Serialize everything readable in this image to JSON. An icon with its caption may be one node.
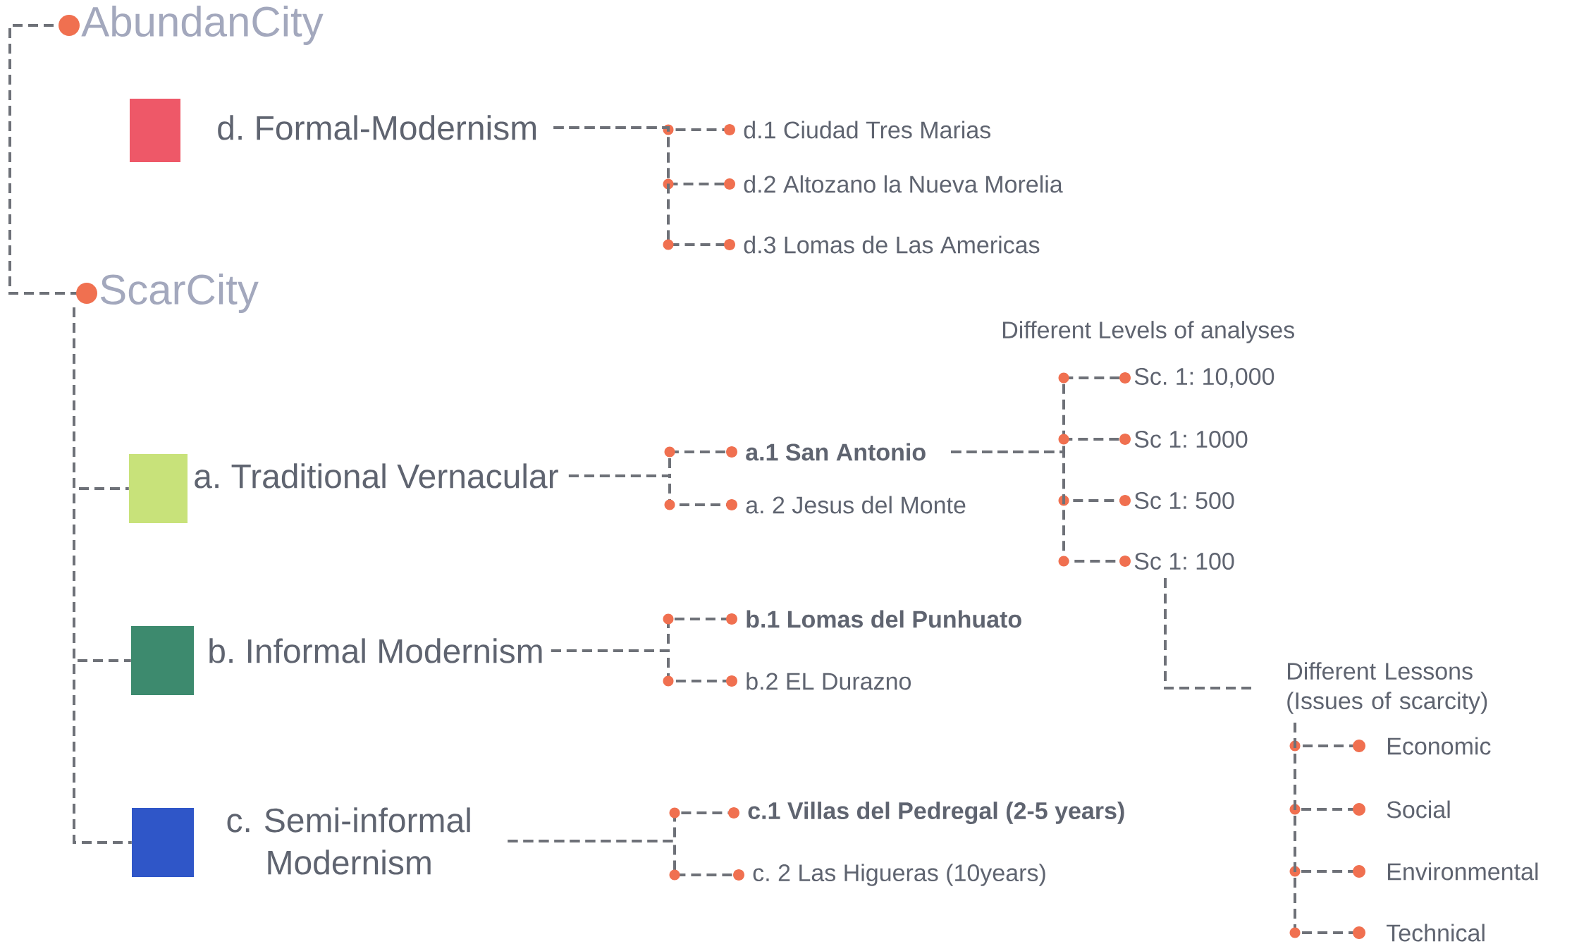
{
  "diagram": {
    "nodes": [
      {
        "text": [
          "AbundanCity"
        ]
      },
      {
        "text": [
          "ScarCity"
        ]
      },
      {
        "text": [
          "d. Formal-Modernism"
        ]
      },
      {
        "text": [
          "d.1 Ciudad Tres Marias"
        ]
      },
      {
        "text": [
          "d.2 Altozano la Nueva Morelia"
        ]
      },
      {
        "text": [
          "d.3 Lomas de Las Americas"
        ]
      },
      {
        "text": [
          "a. Traditional Vernacular"
        ]
      },
      {
        "text": [
          "a.1 San Antonio"
        ]
      },
      {
        "text": [
          "a. 2 Jesus del Monte"
        ]
      },
      {
        "text": [
          "b. Informal Modernism"
        ]
      },
      {
        "text": [
          "b.1 Lomas del Punhuato"
        ]
      },
      {
        "text": [
          "b.2 EL Durazno"
        ]
      },
      {
        "text": [
          "c. Semi-informal Modernism"
        ]
      },
      {
        "text": [
          "c.1 Villas del Pedregal (2-5 years)"
        ]
      },
      {
        "text": [
          "c. 2 Las Higueras (10years)"
        ]
      },
      {
        "text": [
          "Sc. 1: 10,000"
        ]
      },
      {
        "text": [
          "Sc 1: 1000"
        ]
      },
      {
        "text": [
          "Sc 1: 500"
        ]
      },
      {
        "text": [
          "Sc 1: 100"
        ]
      },
      {
        "text": [
          "Different Lessons (Issues of scarcity)"
        ]
      },
      {
        "text": [
          "Economic"
        ]
      },
      {
        "text": [
          "Social"
        ]
      },
      {
        "text": [
          "Environmental"
        ]
      },
      {
        "text": [
          "Technical"
        ]
      }
    ],
    "edges": [
      {
        "from": 0,
        "to": 1,
        "arrow": "other"
      },
      {
        "from": 1,
        "to": 6,
        "arrow": "none"
      },
      {
        "from": 1,
        "to": 9,
        "arrow": "none"
      },
      {
        "from": 1,
        "to": 12,
        "arrow": "none"
      },
      {
        "from": 2,
        "to": 3,
        "arrow": "other"
      },
      {
        "from": 2,
        "to": 4,
        "arrow": "other"
      },
      {
        "from": 2,
        "to": 5,
        "arrow": "other"
      },
      {
        "from": 6,
        "to": 7,
        "arrow": "other"
      },
      {
        "from": 6,
        "to": 8,
        "arrow": "other"
      },
      {
        "from": 9,
        "to": 10,
        "arrow": "other"
      },
      {
        "from": 9,
        "to": 11,
        "arrow": "other"
      },
      {
        "from": 12,
        "to": 13,
        "arrow": "other"
      },
      {
        "from": 12,
        "to": 14,
        "arrow": "other"
      },
      {
        "from": 7,
        "to": 15,
        "arrow": "other"
      },
      {
        "from": 7,
        "to": 16,
        "arrow": "other"
      },
      {
        "from": 7,
        "to": 17,
        "arrow": "other"
      },
      {
        "from": 7,
        "to": 18,
        "arrow": "other"
      },
      {
        "from": 18,
        "to": 19,
        "arrow": "none"
      },
      {
        "from": 19,
        "to": 20,
        "arrow": "other"
      },
      {
        "from": 19,
        "to": 21,
        "arrow": "other"
      },
      {
        "from": 19,
        "to": 22,
        "arrow": "other"
      },
      {
        "from": 19,
        "to": 23,
        "arrow": "other"
      }
    ],
    "labels": [
      "Different Levels of analyses"
    ]
  }
}
